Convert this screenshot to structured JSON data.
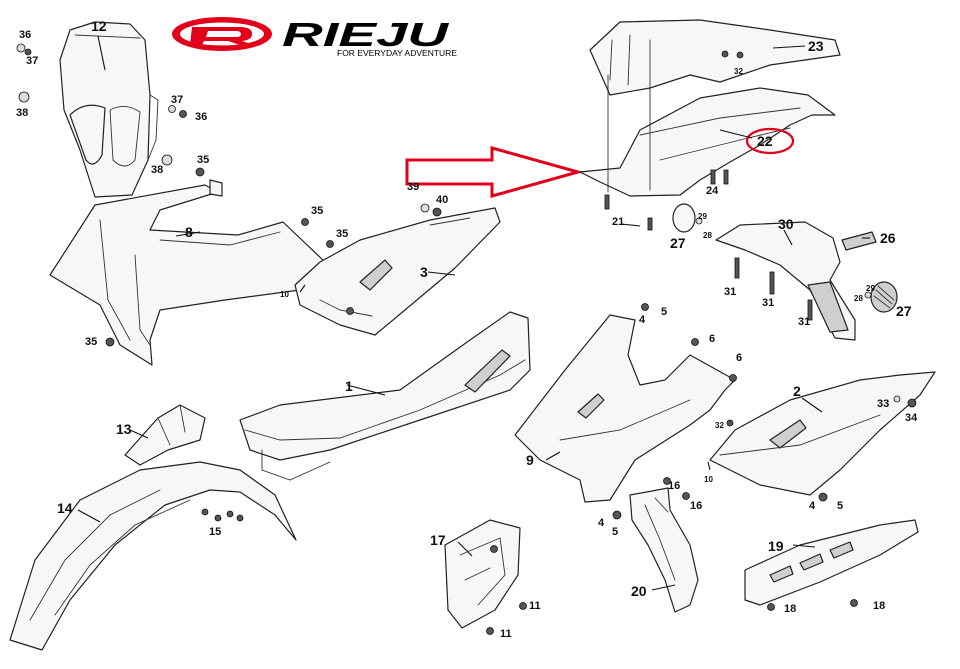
{
  "brand": {
    "name": "RIEJU",
    "tagline": "FOR EVERYDAY ADVENTURE",
    "logo_color": "#e3001b"
  },
  "highlight": {
    "arrow_color": "#e3001b",
    "circle_color": "#e3001b",
    "target_part": "22"
  },
  "callouts": [
    {
      "id": "c1",
      "label": "1"
    },
    {
      "id": "c2",
      "label": "2"
    },
    {
      "id": "c3",
      "label": "3"
    },
    {
      "id": "c4a",
      "label": "4"
    },
    {
      "id": "c4b",
      "label": "4"
    },
    {
      "id": "c4c",
      "label": "4"
    },
    {
      "id": "c5a",
      "label": "5"
    },
    {
      "id": "c5b",
      "label": "5"
    },
    {
      "id": "c5c",
      "label": "5"
    },
    {
      "id": "c6a",
      "label": "6"
    },
    {
      "id": "c6b",
      "label": "6"
    },
    {
      "id": "c8",
      "label": "8"
    },
    {
      "id": "c9",
      "label": "9"
    },
    {
      "id": "c10a",
      "label": "10"
    },
    {
      "id": "c10b",
      "label": "10"
    },
    {
      "id": "c11a",
      "label": "11"
    },
    {
      "id": "c11b",
      "label": "11"
    },
    {
      "id": "c12",
      "label": "12"
    },
    {
      "id": "c13",
      "label": "13"
    },
    {
      "id": "c14",
      "label": "14"
    },
    {
      "id": "c15",
      "label": "15"
    },
    {
      "id": "c16a",
      "label": "16"
    },
    {
      "id": "c16b",
      "label": "16"
    },
    {
      "id": "c17",
      "label": "17"
    },
    {
      "id": "c18a",
      "label": "18"
    },
    {
      "id": "c18b",
      "label": "18"
    },
    {
      "id": "c19",
      "label": "19"
    },
    {
      "id": "c20",
      "label": "20"
    },
    {
      "id": "c21",
      "label": "21"
    },
    {
      "id": "c22",
      "label": "22"
    },
    {
      "id": "c23",
      "label": "23"
    },
    {
      "id": "c24",
      "label": "24"
    },
    {
      "id": "c26",
      "label": "26"
    },
    {
      "id": "c27a",
      "label": "27"
    },
    {
      "id": "c27b",
      "label": "27"
    },
    {
      "id": "c28a",
      "label": "28"
    },
    {
      "id": "c28b",
      "label": "28"
    },
    {
      "id": "c29a",
      "label": "29"
    },
    {
      "id": "c29b",
      "label": "29"
    },
    {
      "id": "c30",
      "label": "30"
    },
    {
      "id": "c31a",
      "label": "31"
    },
    {
      "id": "c31b",
      "label": "31"
    },
    {
      "id": "c31c",
      "label": "31"
    },
    {
      "id": "c32a",
      "label": "32"
    },
    {
      "id": "c32b",
      "label": "32"
    },
    {
      "id": "c33",
      "label": "33"
    },
    {
      "id": "c34",
      "label": "34"
    },
    {
      "id": "c35a",
      "label": "35"
    },
    {
      "id": "c35b",
      "label": "35"
    },
    {
      "id": "c35c",
      "label": "35"
    },
    {
      "id": "c35d",
      "label": "35"
    },
    {
      "id": "c36a",
      "label": "36"
    },
    {
      "id": "c36b",
      "label": "36"
    },
    {
      "id": "c37a",
      "label": "37"
    },
    {
      "id": "c37b",
      "label": "37"
    },
    {
      "id": "c38a",
      "label": "38"
    },
    {
      "id": "c38b",
      "label": "38"
    },
    {
      "id": "c39",
      "label": "39"
    },
    {
      "id": "c40",
      "label": "40"
    }
  ]
}
